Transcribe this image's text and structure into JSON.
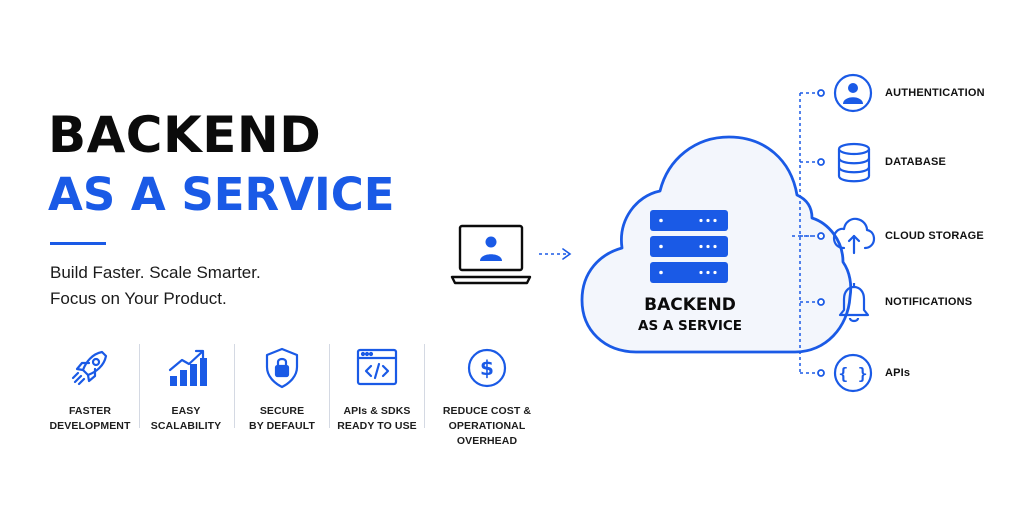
{
  "title": {
    "line1": "BACKEND",
    "line2": "AS A SERVICE"
  },
  "tagline": {
    "line1": "Build Faster. Scale Smarter.",
    "line2": "Focus on Your Product."
  },
  "features": [
    {
      "icon": "rocket-icon",
      "line1": "FASTER",
      "line2": "DEVELOPMENT"
    },
    {
      "icon": "growth-chart-icon",
      "line1": "EASY",
      "line2": "SCALABILITY"
    },
    {
      "icon": "shield-lock-icon",
      "line1": "SECURE",
      "line2": "BY DEFAULT"
    },
    {
      "icon": "code-window-icon",
      "line1": "APIs & SDKS",
      "line2": "READY TO USE"
    },
    {
      "icon": "dollar-coin-icon",
      "line1": "REDUCE COST &",
      "line2": "OPERATIONAL OVERHEAD"
    }
  ],
  "cloud": {
    "line1": "BACKEND",
    "line2": "AS A SERVICE"
  },
  "services": [
    {
      "icon": "user-icon",
      "label": "AUTHENTICATION"
    },
    {
      "icon": "database-icon",
      "label": "DATABASE"
    },
    {
      "icon": "cloud-upload-icon",
      "label": "CLOUD STORAGE"
    },
    {
      "icon": "bell-icon",
      "label": "NOTIFICATIONS"
    },
    {
      "icon": "braces-icon",
      "label": "APIs"
    }
  ],
  "colors": {
    "accent": "#1a5ae6",
    "text": "#0b0b0b",
    "cloud_fill": "#f3f6fc"
  }
}
